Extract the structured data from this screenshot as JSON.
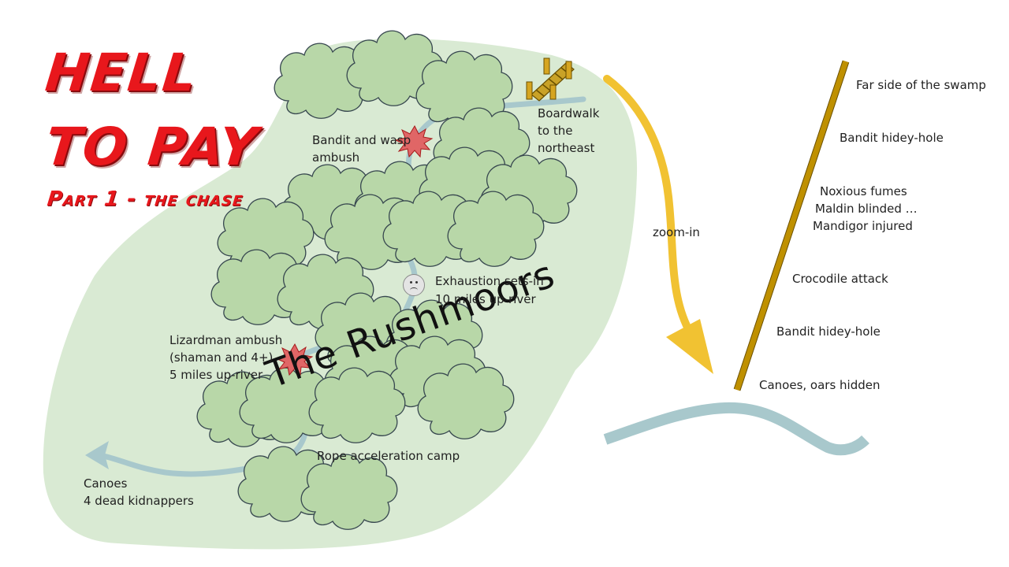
{
  "title": {
    "line1": "HELL",
    "line2": "TO PAY",
    "subtitle": "Part 1 - the chase"
  },
  "map": {
    "region_name": "The Rushmoors",
    "labels": {
      "boardwalk": "Boardwalk to the northeast",
      "bandit_wasp": "Bandit and wasp ambush",
      "exhaustion_line1": "Exhaustion sets-in",
      "exhaustion_line2": "10 miles up-river",
      "lizardman_line1": "Lizardman ambush",
      "lizardman_line2": "(shaman and 4+)",
      "lizardman_line3": "5 miles up-river",
      "rope_camp": "Rope acceleration camp",
      "canoes_line1": "Canoes",
      "canoes_line2": "4 dead kidnappers"
    },
    "icons": [
      "boardwalk-icon",
      "explosion-icon",
      "frown-face-icon",
      "tree-icon",
      "river-icon"
    ],
    "colors": {
      "swamp": "#d9ead3",
      "tree_fill": "#b8d7a8",
      "tree_stroke": "#37474f",
      "river": "#a8c8cc",
      "burst": "#e06666",
      "arrow": "#f1c232",
      "title": "#e8171c"
    }
  },
  "zoom": {
    "label": "zoom-in",
    "steps": [
      "Far side of the swamp",
      "Bandit hidey-hole",
      "Noxious fumes",
      "Maldin blinded …",
      "Mandigor injured",
      "Crocodile attack",
      "Bandit hidey-hole",
      "Canoes, oars hidden"
    ],
    "line_color": "#bf9000"
  }
}
